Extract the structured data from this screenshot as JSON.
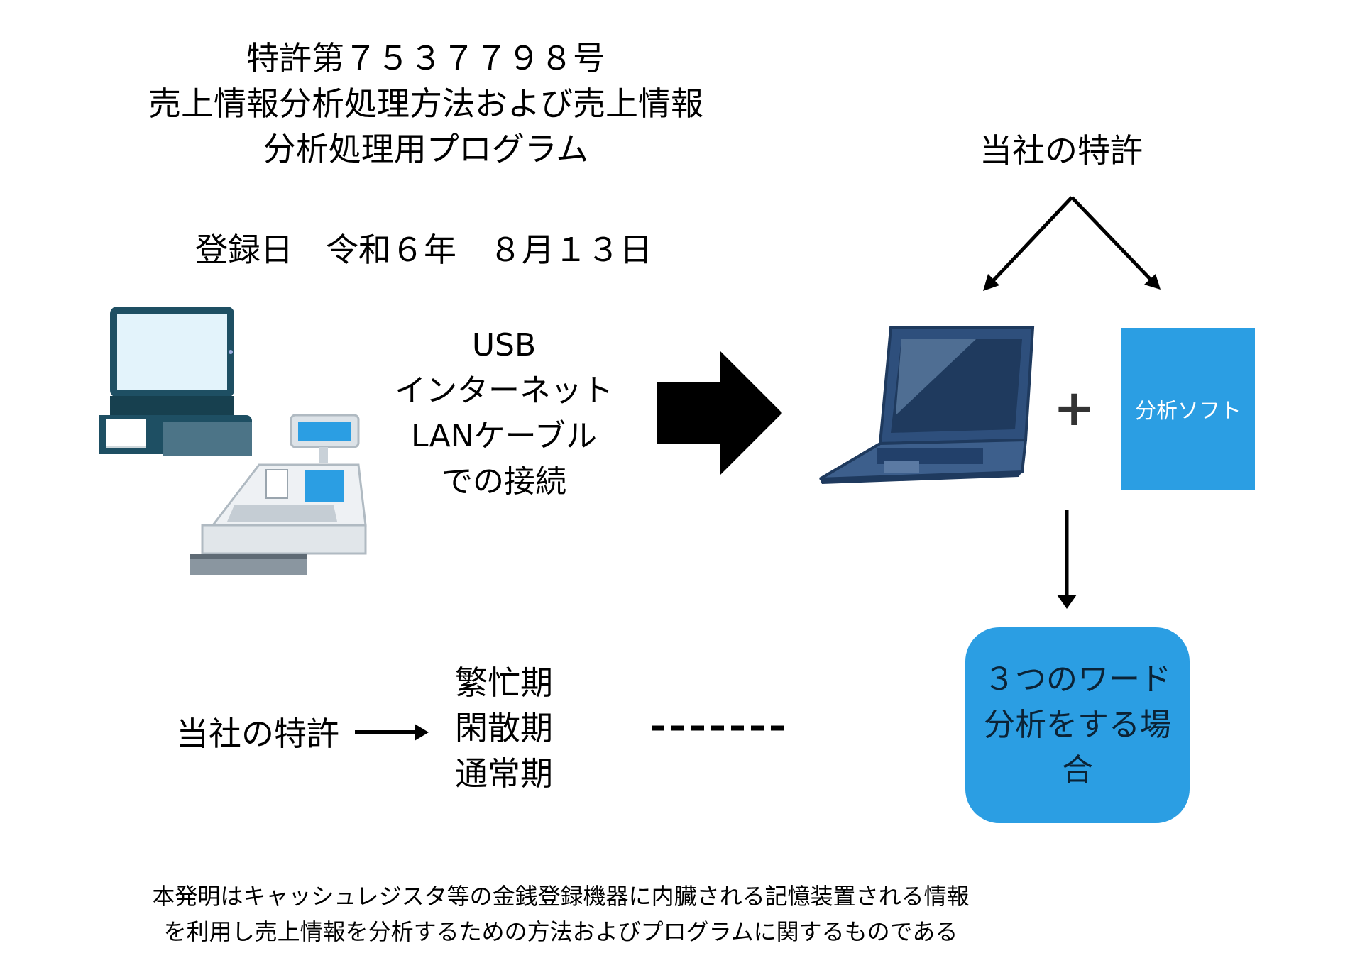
{
  "title": {
    "patent_number": "特許第７５３７７９８号",
    "name_line1": "売上情報分析処理方法および売上情報",
    "name_line2": "分析処理用プログラム"
  },
  "registration_date": "登録日　令和６年　８月１３日",
  "top_right_label": "当社の特許",
  "connection": {
    "line1": "USB",
    "line2": "インターネット",
    "line3": "LANケーブル",
    "line4": "での接続"
  },
  "plus_sign": "+",
  "software_box": "分析ソフト",
  "result_box": "３つのワード分析をする場合",
  "bottom_left_label": "当社の特許",
  "periods": [
    "繁忙期",
    "閑散期",
    "通常期"
  ],
  "dashes": "-------",
  "footer": {
    "line1": "本発明はキャッシュレジスタ等の金銭登録機器に内臓される記憶装置される情報",
    "line2": "を利用し売上情報を分析するための方法およびプログラムに関するものである"
  },
  "icons": [
    "pos-terminal-icon",
    "cash-register-icon",
    "laptop-icon"
  ],
  "colors": {
    "accent_blue": "#2b9ee3",
    "dark_teal": "#1e4f63",
    "laptop_blue": "#2e4f7c"
  }
}
